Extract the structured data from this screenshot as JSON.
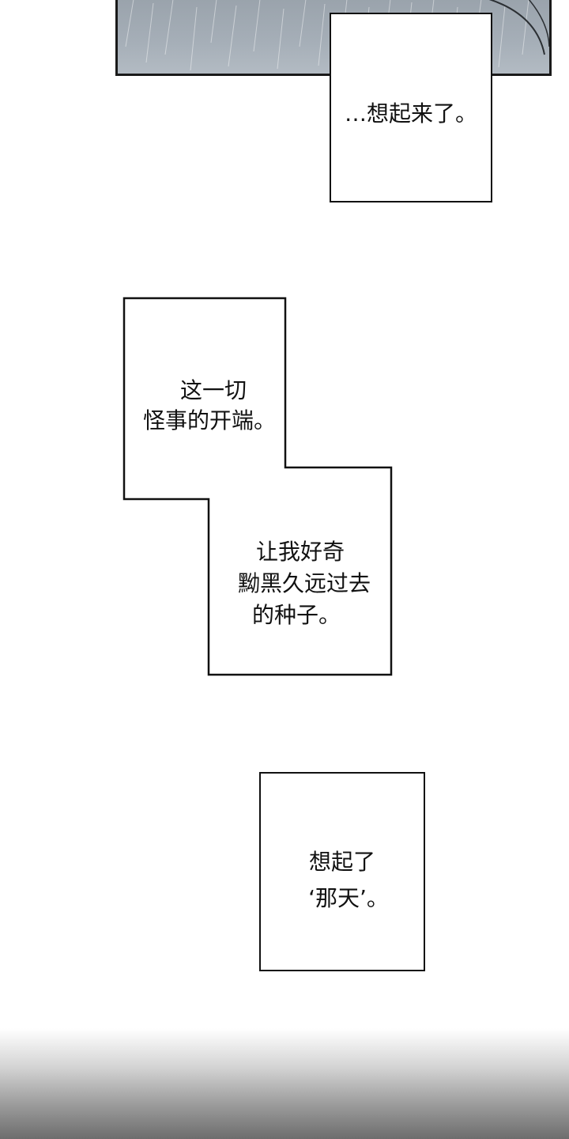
{
  "captions": {
    "box1": {
      "line1": "…想起来了。"
    },
    "box2": {
      "line1": "这一切",
      "line2": "怪事的开端。"
    },
    "box3": {
      "line1": "让我好奇",
      "line2": "黝黑久远过去",
      "line3": "的种子。"
    },
    "box4": {
      "line1": "想起了",
      "line2": "‘那天’。"
    }
  }
}
